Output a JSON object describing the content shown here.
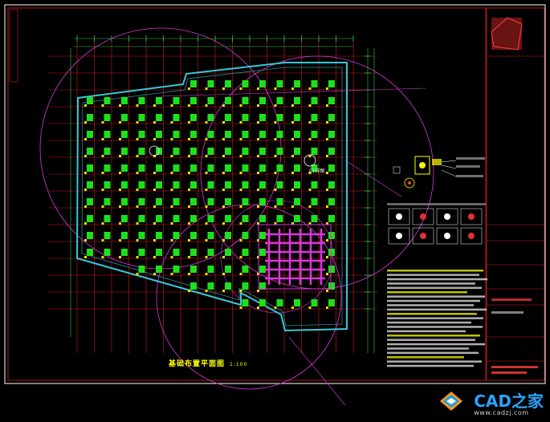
{
  "drawing": {
    "title": "基础布置平面图",
    "scale": "1:100",
    "callout_label": "C1详图",
    "colors": {
      "background": "#000000",
      "grid_red": "#d11a1a",
      "grid_green": "#2ecc40",
      "outline_cyan": "#38c8d8",
      "pile_green": "#1de01d",
      "node_yellow": "#f0e000",
      "circle_magenta": "#d838d8",
      "text_white": "#ffffff",
      "text_yellow": "#ffff00"
    }
  },
  "watermark": {
    "brand": "CAD之家",
    "url": "www.cadzj.com",
    "icon": "cad-logo-icon"
  }
}
